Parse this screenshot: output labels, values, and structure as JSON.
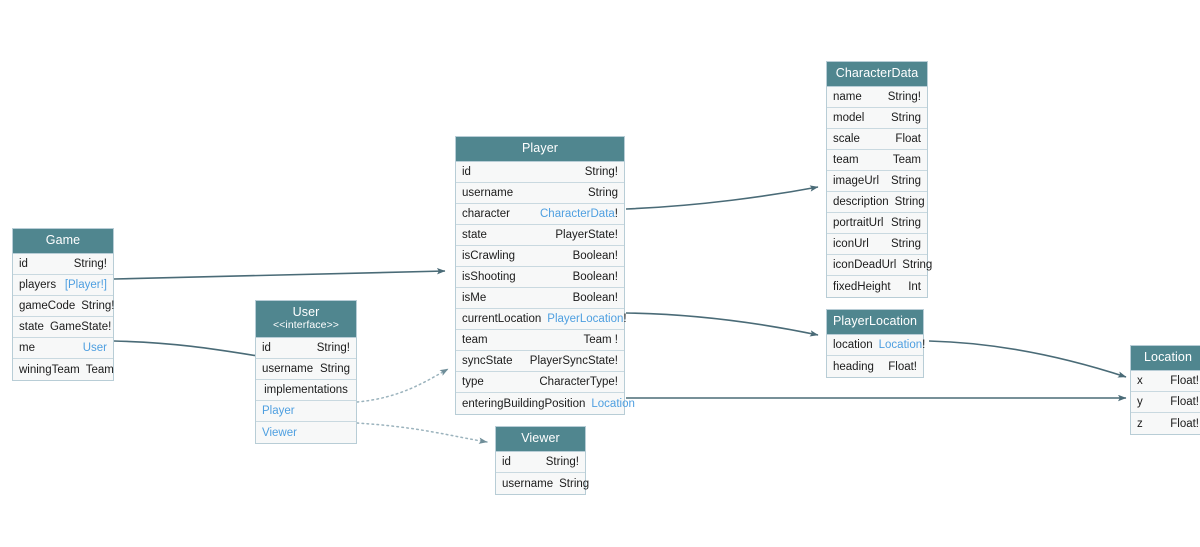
{
  "diagram": {
    "title": "GraphQL Schema Diagram",
    "colors": {
      "header_bg": "#50868f",
      "header_text": "#ffffff",
      "row_bg": "#f7f8f8",
      "row_border": "#c9d9e0",
      "entity_border": "#b8cdd6",
      "link_blue": "#4e9fe0",
      "edge_stroke": "#4a6b77",
      "background": "#ffffff"
    }
  },
  "entities": {
    "game": {
      "name": "Game",
      "fields": [
        {
          "name": "id",
          "type": "String!"
        },
        {
          "name": "players",
          "type": "[Player!]",
          "link": true
        },
        {
          "name": "gameCode",
          "type": "String!"
        },
        {
          "name": "state",
          "type": "GameState!"
        },
        {
          "name": "me",
          "type": "User",
          "link": true
        },
        {
          "name": "winingTeam",
          "type": "Team"
        }
      ]
    },
    "user": {
      "name": "User",
      "stereotype": "<<interface>>",
      "fields": [
        {
          "name": "id",
          "type": "String!"
        },
        {
          "name": "username",
          "type": "String"
        }
      ],
      "implementations_label": "implementations",
      "implementations": [
        {
          "name": "Player"
        },
        {
          "name": "Viewer"
        }
      ]
    },
    "player": {
      "name": "Player",
      "fields": [
        {
          "name": "id",
          "type": "String!"
        },
        {
          "name": "username",
          "type": "String"
        },
        {
          "name": "character",
          "type": "CharacterData",
          "link": true,
          "bang": "!"
        },
        {
          "name": "state",
          "type": "PlayerState!"
        },
        {
          "name": "isCrawling",
          "type": "Boolean!"
        },
        {
          "name": "isShooting",
          "type": "Boolean!"
        },
        {
          "name": "isMe",
          "type": "Boolean!"
        },
        {
          "name": "currentLocation",
          "type": "PlayerLocation",
          "link": true,
          "bang": "!"
        },
        {
          "name": "team",
          "type": "Team !"
        },
        {
          "name": "syncState",
          "type": "PlayerSyncState!"
        },
        {
          "name": "type",
          "type": "CharacterType!"
        },
        {
          "name": "enteringBuildingPosition",
          "type": "Location",
          "link": true
        }
      ]
    },
    "viewer": {
      "name": "Viewer",
      "fields": [
        {
          "name": "id",
          "type": "String!"
        },
        {
          "name": "username",
          "type": "String"
        }
      ]
    },
    "character_data": {
      "name": "CharacterData",
      "fields": [
        {
          "name": "name",
          "type": "String!"
        },
        {
          "name": "model",
          "type": "String"
        },
        {
          "name": "scale",
          "type": "Float"
        },
        {
          "name": "team",
          "type": "Team"
        },
        {
          "name": "imageUrl",
          "type": "String"
        },
        {
          "name": "description",
          "type": "String"
        },
        {
          "name": "portraitUrl",
          "type": "String"
        },
        {
          "name": "iconUrl",
          "type": "String"
        },
        {
          "name": "iconDeadUrl",
          "type": "String"
        },
        {
          "name": "fixedHeight",
          "type": "Int"
        }
      ]
    },
    "player_location": {
      "name": "PlayerLocation",
      "fields": [
        {
          "name": "location",
          "type": "Location",
          "link": true,
          "bang": "!"
        },
        {
          "name": "heading",
          "type": "Float!"
        }
      ]
    },
    "location": {
      "name": "Location",
      "fields": [
        {
          "name": "x",
          "type": "Float!"
        },
        {
          "name": "y",
          "type": "Float!"
        },
        {
          "name": "z",
          "type": "Float!"
        }
      ]
    }
  },
  "edges": [
    {
      "name": "game-players-to-player",
      "from": "Game.players",
      "to": "Player",
      "style": "solid"
    },
    {
      "name": "game-me-to-user",
      "from": "Game.me",
      "to": "User",
      "style": "solid"
    },
    {
      "name": "user-player-impl",
      "from": "User.Player",
      "to": "Player",
      "style": "dotted"
    },
    {
      "name": "user-viewer-impl",
      "from": "User.Viewer",
      "to": "Viewer",
      "style": "dotted"
    },
    {
      "name": "player-character-to-characterdata",
      "from": "Player.character",
      "to": "CharacterData",
      "style": "solid"
    },
    {
      "name": "player-currentlocation-to-playerlocation",
      "from": "Player.currentLocation",
      "to": "PlayerLocation",
      "style": "solid"
    },
    {
      "name": "player-enteringbuildingposition-to-location",
      "from": "Player.enteringBuildingPosition",
      "to": "Location",
      "style": "solid"
    },
    {
      "name": "playerlocation-location-to-location",
      "from": "PlayerLocation.location",
      "to": "Location",
      "style": "solid"
    }
  ]
}
